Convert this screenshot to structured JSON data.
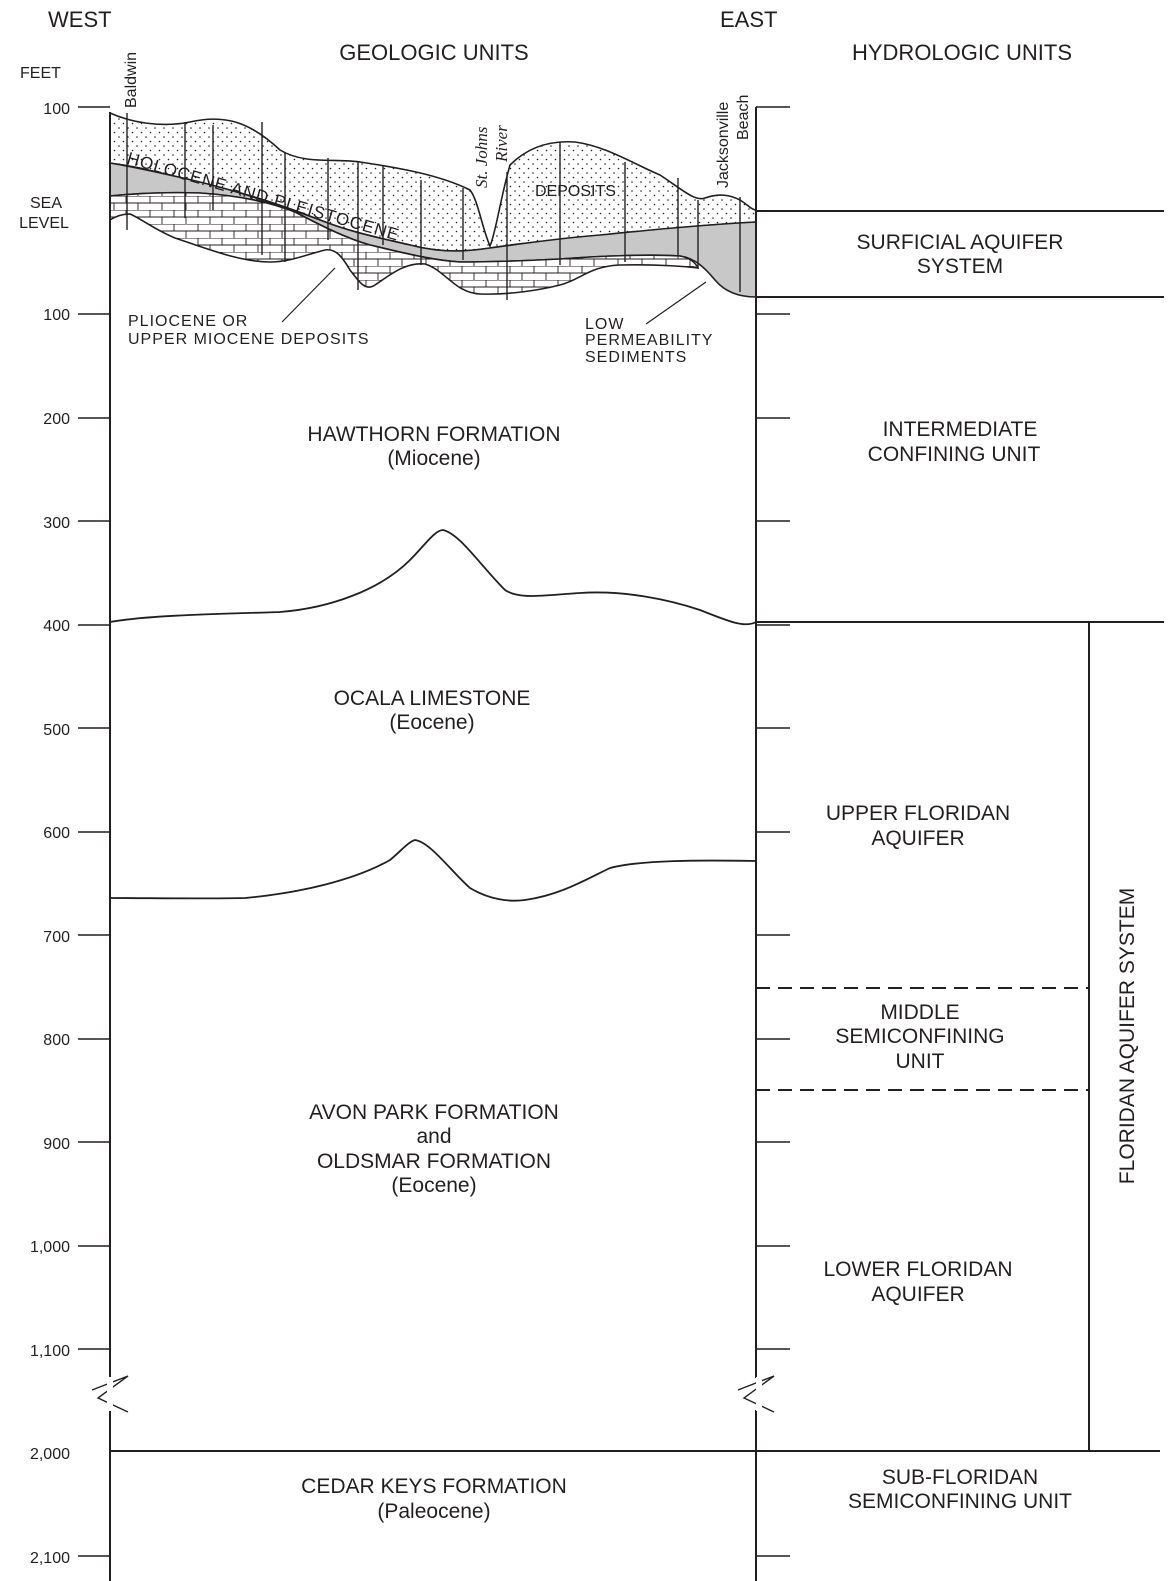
{
  "headers": {
    "west": "WEST",
    "east": "EAST",
    "geologic": "GEOLOGIC UNITS",
    "hydrologic": "HYDROLOGIC UNITS",
    "feet": "FEET"
  },
  "depth_labels": [
    {
      "text": "100"
    },
    {
      "text": "SEA"
    },
    {
      "text": "LEVEL"
    },
    {
      "text": "100"
    },
    {
      "text": "200"
    },
    {
      "text": "300"
    },
    {
      "text": "400"
    },
    {
      "text": "500"
    },
    {
      "text": "600"
    },
    {
      "text": "700"
    },
    {
      "text": "800"
    },
    {
      "text": "900"
    },
    {
      "text": "1,000"
    },
    {
      "text": "1,100"
    },
    {
      "text": "2,000"
    },
    {
      "text": "2,100"
    }
  ],
  "places": {
    "baldwin": "Baldwin",
    "st_johns_1": "St. Johns",
    "st_johns_2": "River",
    "jacksonville_1": "Jacksonville",
    "jacksonville_2": "Beach"
  },
  "geologic_units": {
    "holocene": "HOLOCENE AND PLEISTOCENE",
    "deposits": "DEPOSITS",
    "pliocene_1": "PLIOCENE OR",
    "pliocene_2": "UPPER MIOCENE DEPOSITS",
    "low_perm_1": "LOW",
    "low_perm_2": "PERMEABILITY",
    "low_perm_3": "SEDIMENTS",
    "hawthorn_1": "HAWTHORN FORMATION",
    "hawthorn_2": "(Miocene)",
    "ocala_1": "OCALA LIMESTONE",
    "ocala_2": "(Eocene)",
    "avon_1": "AVON PARK FORMATION",
    "avon_2": "and",
    "avon_3": "OLDSMAR FORMATION",
    "avon_4": "(Eocene)",
    "cedar_1": "CEDAR KEYS FORMATION",
    "cedar_2": "(Paleocene)"
  },
  "hydrologic_units": {
    "surficial_1": "SURFICIAL AQUIFER",
    "surficial_2": "SYSTEM",
    "intermediate_1": "INTERMEDIATE",
    "intermediate_2": "CONFINING UNIT",
    "upper_1": "UPPER FLORIDAN",
    "upper_2": "AQUIFER",
    "middle_1": "MIDDLE",
    "middle_2": "SEMICONFINING",
    "middle_3": "UNIT",
    "lower_1": "LOWER FLORIDAN",
    "lower_2": "AQUIFER",
    "sub_1": "SUB-FLORIDAN",
    "sub_2": "SEMICONFINING UNIT",
    "floridan_system": "FLORIDAN AQUIFER SYSTEM"
  },
  "colors": {
    "line": "#231f20",
    "low_permeability_fill": "#c8c8c8",
    "background": "#ffffff"
  }
}
